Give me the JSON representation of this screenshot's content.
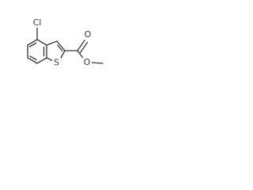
{
  "molecule": {
    "atoms": {
      "chlorine": "Cl",
      "sulfur": "S",
      "carbonyl_oxygen": "O",
      "ester_oxygen": "O"
    },
    "colors": {
      "bond": "#3a3a3a",
      "chlorine": "#3a3a3a",
      "sulfur": "#3a3a3a",
      "oxygen": "#3a3a3a",
      "background": "#ffffff"
    }
  }
}
